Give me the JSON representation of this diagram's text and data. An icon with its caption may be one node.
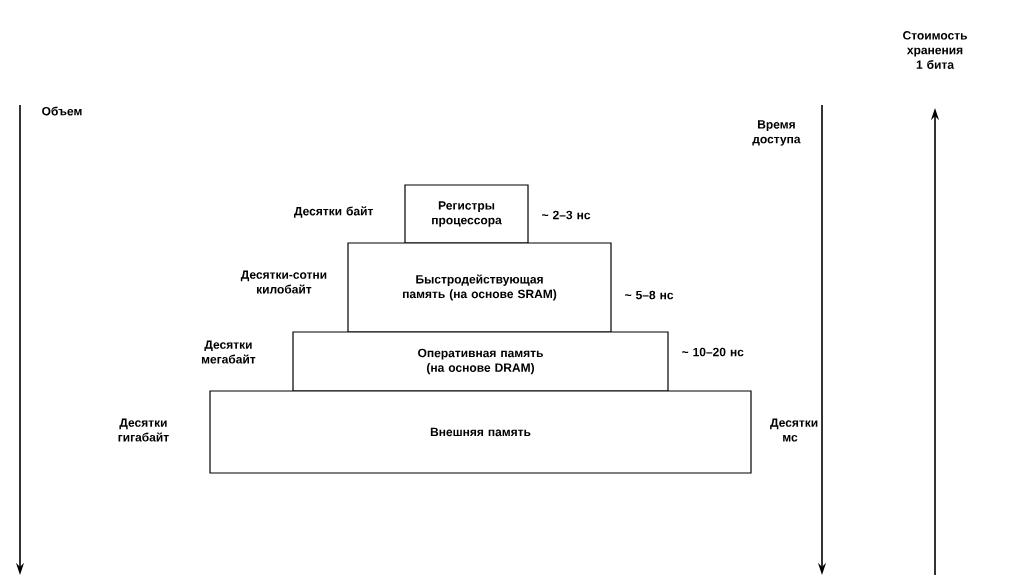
{
  "diagram": {
    "nodes": [
      {
        "text": [
          "Регистры процессора"
        ],
        "beside": [
          "Десятки байт",
          "~ 2–3 нс"
        ]
      },
      {
        "text": [
          "Быстродействующая память (на основе SRAM)"
        ],
        "beside": [
          "Десятки-сотни килобайт",
          "~ 5–8 нс"
        ]
      },
      {
        "text": [
          "Оперативная память (на основе DRAM)"
        ],
        "beside": [
          "Десятки мегабайт",
          "~ 10–20 нс"
        ]
      },
      {
        "text": [
          "Внешняя память"
        ],
        "beside": [
          "Десятки гигабайт",
          "Десятки мс"
        ]
      }
    ],
    "labels": [
      "Стоимость хранения 1 бита",
      "Объем",
      "Время доступа"
    ]
  }
}
